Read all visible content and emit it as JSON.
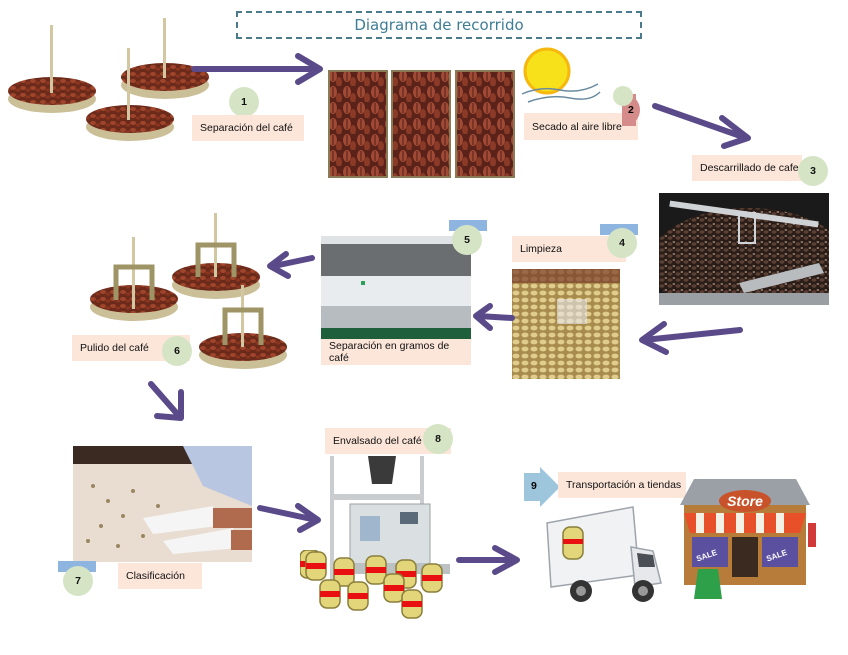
{
  "title": "Diagrama de recorrido",
  "steps": [
    {
      "number": "1",
      "label": "Separación del café"
    },
    {
      "number": "2",
      "label": "Secado al aire libre"
    },
    {
      "number": "3",
      "label": "Descarrillado de cafe"
    },
    {
      "number": "4",
      "label": "Limpieza"
    },
    {
      "number": "5",
      "label": "Separación en gramos de café"
    },
    {
      "number": "6",
      "label": "Pulido del café"
    },
    {
      "number": "7",
      "label": "Clasificación"
    },
    {
      "number": "8",
      "label": "Envalsado del café"
    },
    {
      "number": "9",
      "label": "Transportación a tiendas"
    }
  ],
  "images": {
    "store_sign": "Store",
    "sale_text": "SALE"
  },
  "colors": {
    "arrow": "#5b4a8a",
    "label_bg": "#fce6da",
    "badge_bg": "#d6e4c6",
    "badge_cap": "#8db5e0",
    "title_border": "#4a7a8c",
    "title_text": "#3d7d95"
  }
}
